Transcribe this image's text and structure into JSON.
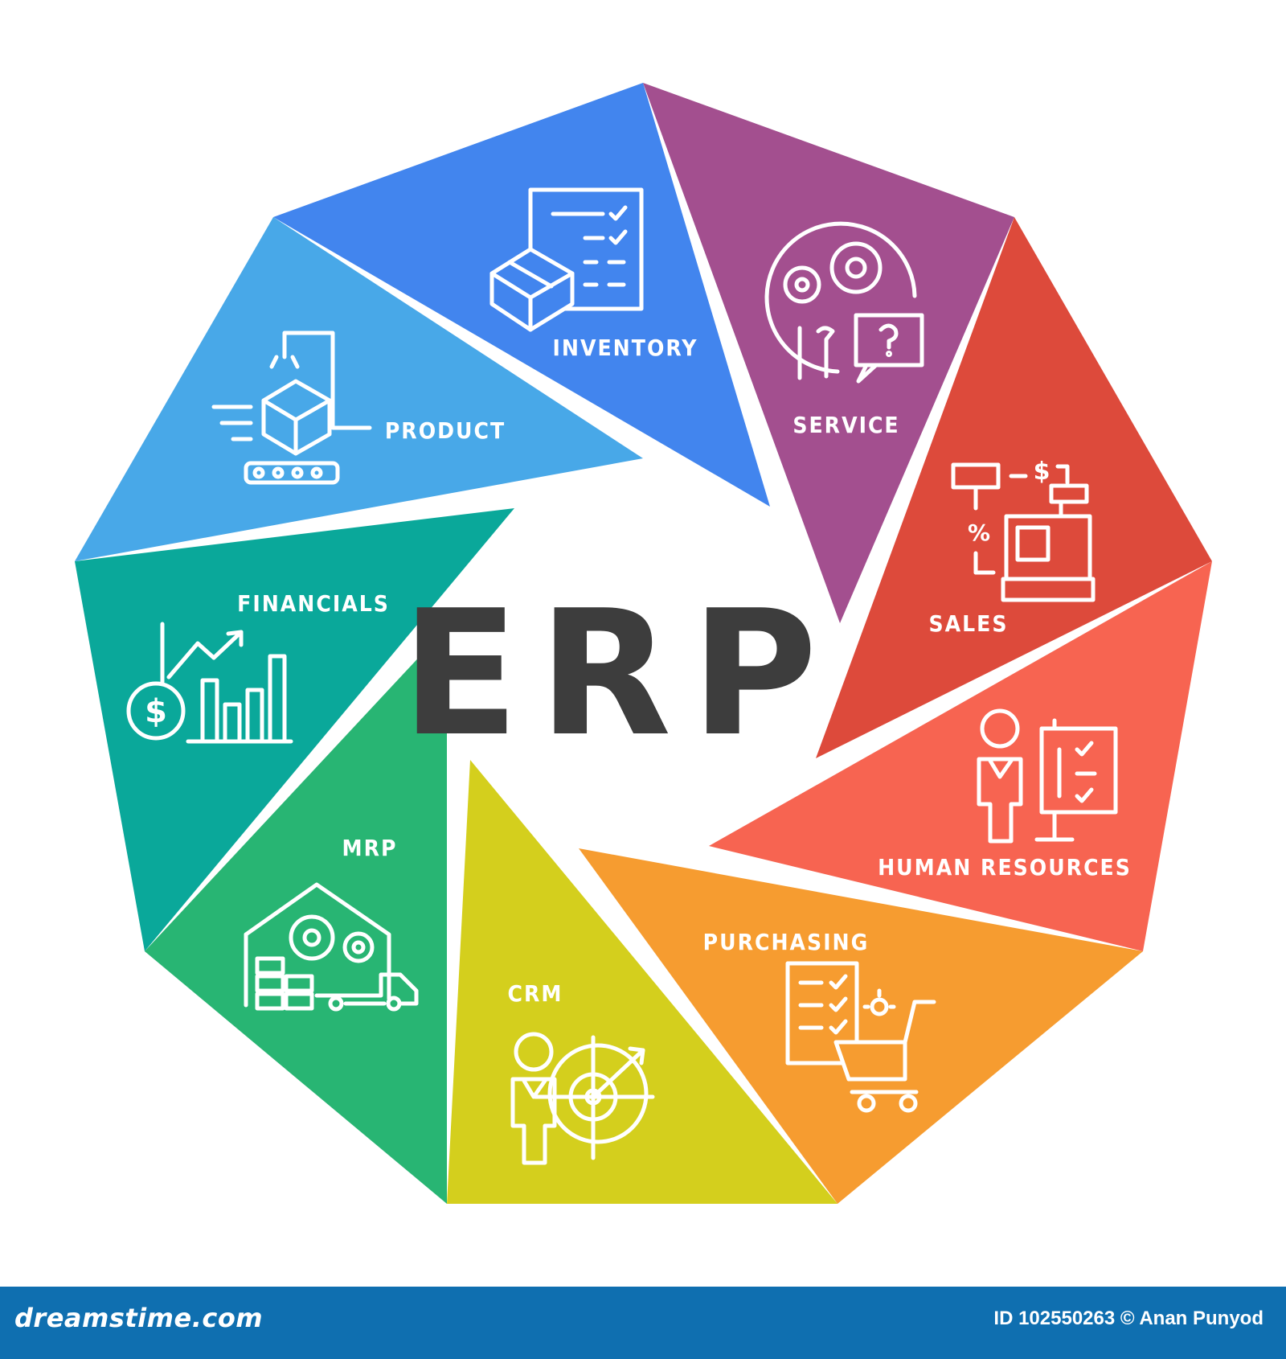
{
  "center": {
    "title": "ERP"
  },
  "modules": [
    {
      "key": "inventory",
      "label": "INVENTORY",
      "color": "#4285ee",
      "icon": "inventory-box-checklist-icon"
    },
    {
      "key": "service",
      "label": "SERVICE",
      "color": "#a34f8f",
      "icon": "service-gears-wrench-question-icon"
    },
    {
      "key": "sales",
      "label": "SALES",
      "color": "#dd4a3b",
      "icon": "sales-cash-register-icon"
    },
    {
      "key": "human_resources",
      "label": "HUMAN RESOURCES",
      "color": "#f76451",
      "icon": "human-resources-presenter-board-icon"
    },
    {
      "key": "purchasing",
      "label": "PURCHASING",
      "color": "#f69c30",
      "icon": "purchasing-list-cart-icon"
    },
    {
      "key": "crm",
      "label": "CRM",
      "color": "#d4cf1d",
      "icon": "crm-person-target-icon"
    },
    {
      "key": "mrp",
      "label": "MRP",
      "color": "#28b573",
      "icon": "mrp-factory-gears-truck-icon"
    },
    {
      "key": "financials",
      "label": "FINANCIALS",
      "color": "#0aa89a",
      "icon": "financials-dollar-chart-icon"
    },
    {
      "key": "product",
      "label": "PRODUCT",
      "color": "#48a8e8",
      "icon": "product-conveyor-box-icon"
    }
  ],
  "footer": {
    "brand": "dreamstime.com",
    "credit": "ID 102550263 © Anan Punyod",
    "color": "#0f6fb0"
  }
}
